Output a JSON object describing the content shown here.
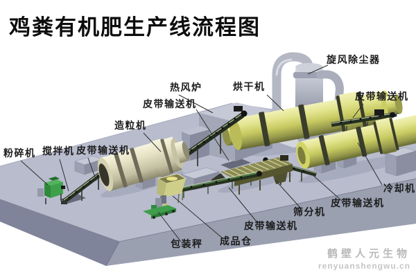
{
  "title": "鸡粪有机肥生产线流程图",
  "labels": {
    "cyclone": {
      "text": "旋风除尘器"
    },
    "belt_top_right": {
      "text": "皮带输送机"
    },
    "dryer": {
      "text": "烘干机"
    },
    "hot_air_furnace": {
      "text": "热风炉"
    },
    "belt_center": {
      "text": "皮带输送机"
    },
    "granulator": {
      "text": "造粒机"
    },
    "crusher": {
      "text": "粉碎机"
    },
    "mixer": {
      "text": "搅拌机"
    },
    "belt_left": {
      "text": "皮带输送机"
    },
    "cooler": {
      "text": "冷却机"
    },
    "belt_right": {
      "text": "皮带输送机"
    },
    "screener": {
      "text": "筛分机"
    },
    "belt_bottom": {
      "text": "皮带输送机"
    },
    "packing_scale": {
      "text": "包装秤"
    },
    "product_bin": {
      "text": "成品仓"
    }
  },
  "watermark": {
    "company": "鹤壁人元生物",
    "website": "renyuanshengwu.cn"
  },
  "colors": {
    "background": "#ffffff",
    "platform_top": "#b8bccd",
    "platform_front": "#9aa0b0",
    "platform_side": "#80849a",
    "drum_yellow": "#cdd06a",
    "drum_cream": "#e7e3c6",
    "machine_green": "#3fa04b",
    "screen_olive": "#7a7a48",
    "gray_steel": "#b4b7c4",
    "label_text": "#1c1c1c",
    "watermark_gray": "#b9b9b9"
  }
}
